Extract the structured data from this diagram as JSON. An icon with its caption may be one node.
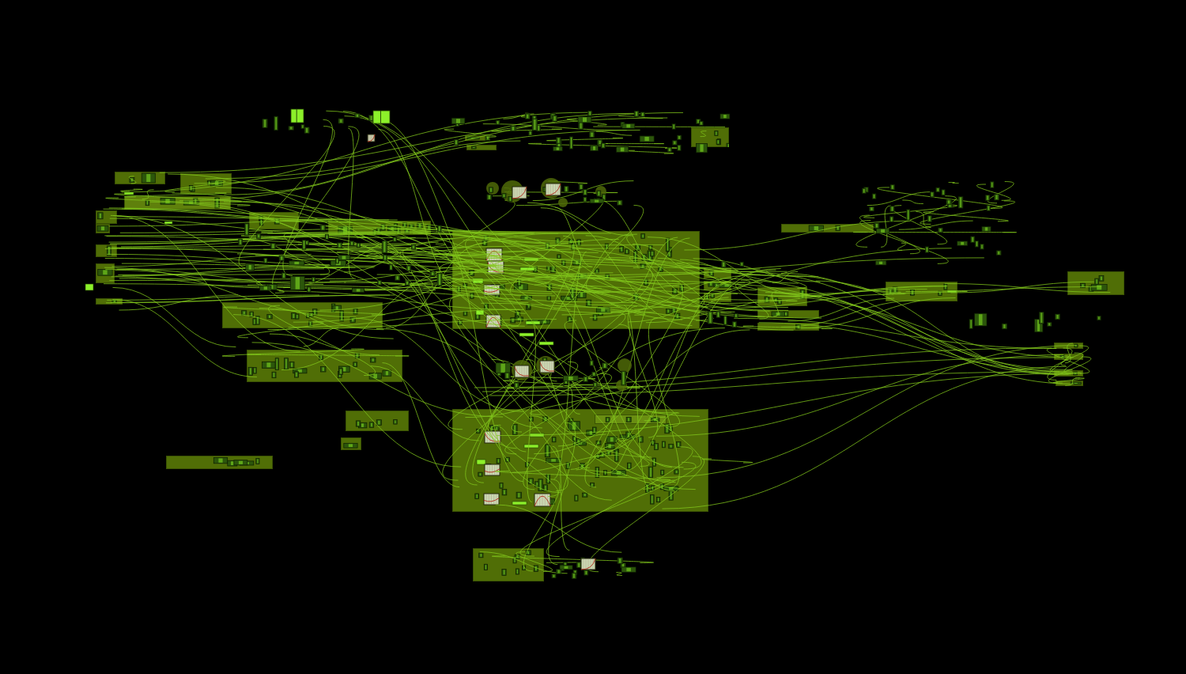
{
  "diagram": {
    "nodes": [
      {
        "text": [],
        "shape": "box"
      },
      {
        "text": [],
        "shape": "box"
      },
      {
        "text": [],
        "shape": "box"
      },
      {
        "text": [],
        "shape": "box"
      },
      {
        "text": [],
        "shape": "box"
      },
      {
        "text": [],
        "shape": "box"
      },
      {
        "text": [],
        "shape": "box"
      },
      {
        "text": [],
        "shape": "box"
      },
      {
        "text": [],
        "shape": "box"
      },
      {
        "text": [],
        "shape": "box"
      },
      {
        "text": [],
        "shape": "box"
      },
      {
        "text": [],
        "shape": "box"
      },
      {
        "text": [],
        "shape": "box"
      },
      {
        "text": [],
        "shape": "box"
      },
      {
        "text": [],
        "shape": "box"
      },
      {
        "text": [],
        "shape": "box"
      },
      {
        "text": [],
        "shape": "box"
      },
      {
        "text": [],
        "shape": "box"
      },
      {
        "text": [],
        "shape": "box"
      },
      {
        "text": [],
        "shape": "box"
      },
      {
        "text": [],
        "shape": "box"
      },
      {
        "text": [],
        "shape": "box"
      },
      {
        "text": [],
        "shape": "box"
      },
      {
        "text": [],
        "shape": "box"
      },
      {
        "text": [],
        "shape": "box"
      },
      {
        "text": [],
        "shape": "box"
      },
      {
        "text": [],
        "shape": "box"
      },
      {
        "text": [],
        "shape": "box"
      },
      {
        "text": [],
        "shape": "box"
      },
      {
        "text": [],
        "shape": "box"
      },
      {
        "text": [],
        "shape": "box"
      },
      {
        "text": [],
        "shape": "box",
        "in": 29
      },
      {
        "text": [],
        "shape": "box"
      },
      {
        "text": [],
        "shape": "box"
      },
      {
        "text": [],
        "shape": "box"
      }
    ]
  }
}
